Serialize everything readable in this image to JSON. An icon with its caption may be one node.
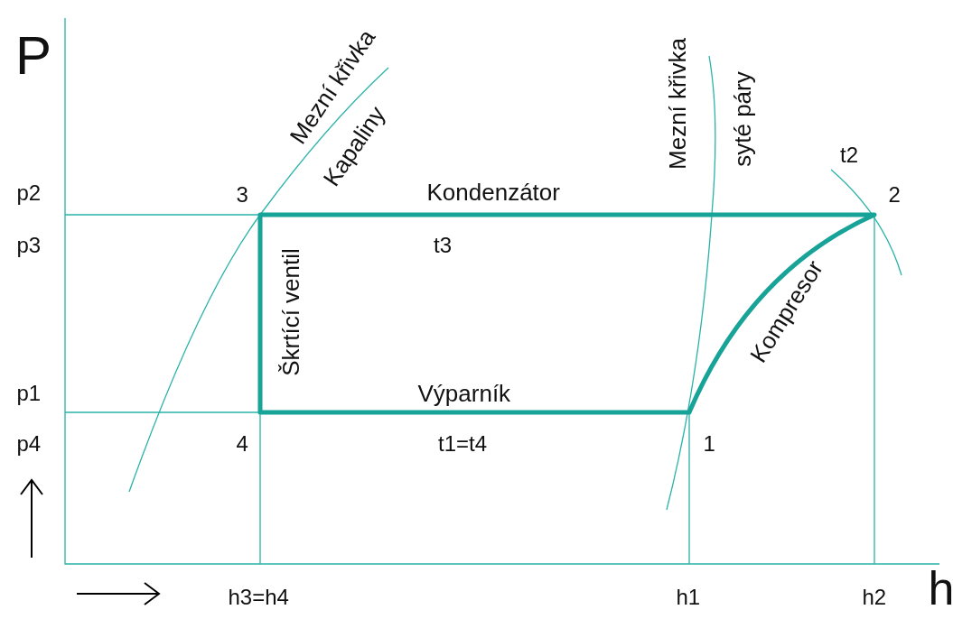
{
  "diagram": {
    "labels": [
      "P",
      "Mezní křivka",
      "Kapaliny",
      "Mezní křivka",
      "syté páry",
      "t2",
      "p2",
      "3",
      "Kondenzátor",
      "2",
      "p3",
      "t3",
      "Škrtící ventil",
      "Kompresor",
      "p1",
      "Výparník",
      "p4",
      "4",
      "t1=t4",
      "1",
      "h3=h4",
      "h1",
      "h2",
      "h"
    ]
  }
}
